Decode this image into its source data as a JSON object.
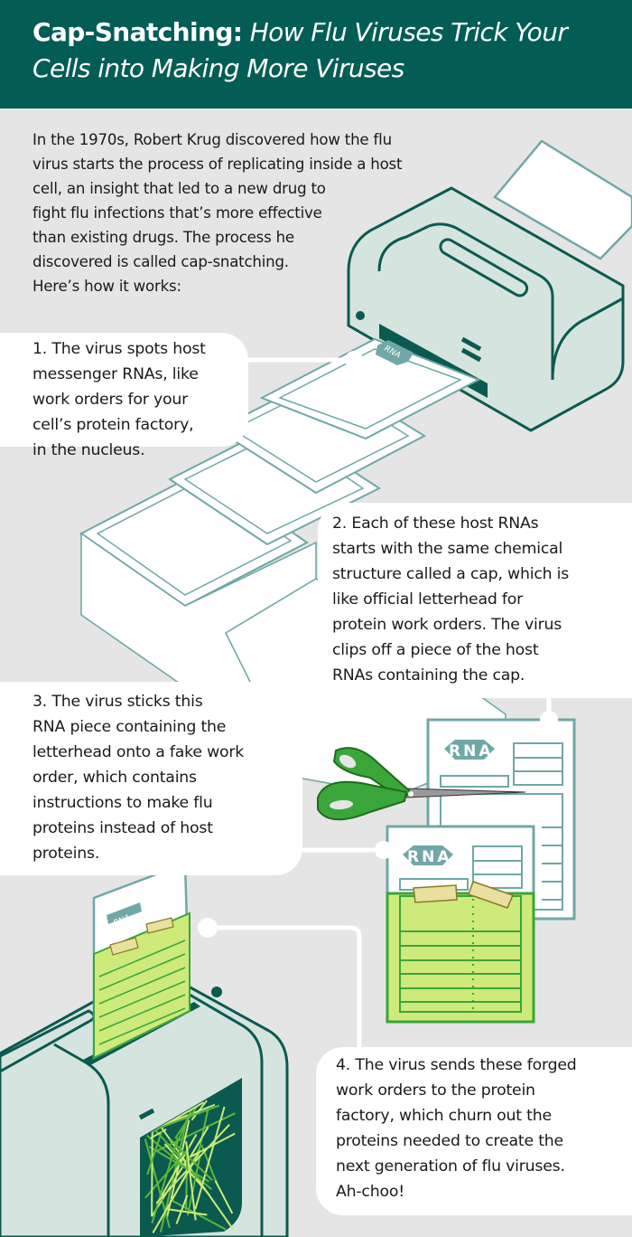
{
  "header": {
    "title_bold": "Cap-Snatching:",
    "title_italic_line1": "How Flu Viruses Trick Your",
    "title_italic_line2": "Cells into Making More Viruses"
  },
  "intro": {
    "lines": [
      "In the 1970s, Robert Krug discovered how the flu",
      "virus starts the process of replicating inside a host",
      "cell, an insight that led to a new drug to",
      "fight flu infections that’s more effective",
      "than existing drugs. The process he",
      "discovered is called cap-snatching.",
      "Here’s how it works:"
    ]
  },
  "steps": [
    {
      "lines": [
        "1. The virus spots host",
        "messenger RNAs, like",
        "work orders for your",
        "cell’s protein factory,",
        "in the nucleus."
      ]
    },
    {
      "lines": [
        "2. Each of these host RNAs",
        "starts with the same chemical",
        "structure called a cap, which is",
        "like official letterhead for",
        "protein work orders. The virus",
        "clips off a piece of the host",
        "RNAs containing the cap."
      ]
    },
    {
      "lines": [
        "3. The virus sticks this",
        "RNA piece containing the",
        "letterhead onto a fake work",
        "order, which contains",
        "instructions to make flu",
        "proteins instead of host",
        "proteins."
      ]
    },
    {
      "lines": [
        "4. The virus sends these forged",
        "work orders to the protein",
        "factory, which churn out the",
        "proteins needed to create the",
        "next generation of flu viruses.",
        "Ah-choo!"
      ]
    }
  ],
  "labels": {
    "rna_badge": "RNA"
  },
  "colors": {
    "header_bg": "#035d55",
    "page_bg": "#e5e5e5",
    "machine_fill": "#d5e4df",
    "machine_stroke": "#0b5a4f",
    "paper_stroke": "#6fa8a6",
    "rna_badge": "#6fa8a6",
    "fake_order_green": "#cdea7a",
    "scissors_green": "#3aa63a",
    "tape": "#e9e0a0"
  }
}
